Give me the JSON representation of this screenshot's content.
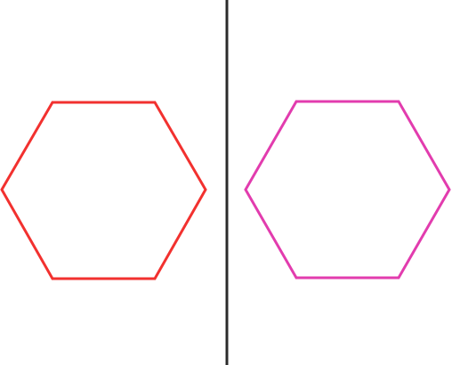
{
  "figure": {
    "background": "#ffffff",
    "divider_color": "#2b2b2b",
    "shapes": [
      {
        "name": "hexagon-left",
        "type": "hexagon",
        "stroke_color": "#f2312f",
        "fill": "none"
      },
      {
        "name": "hexagon-right",
        "type": "hexagon",
        "stroke_color": "#e23cae",
        "fill": "none"
      }
    ]
  }
}
